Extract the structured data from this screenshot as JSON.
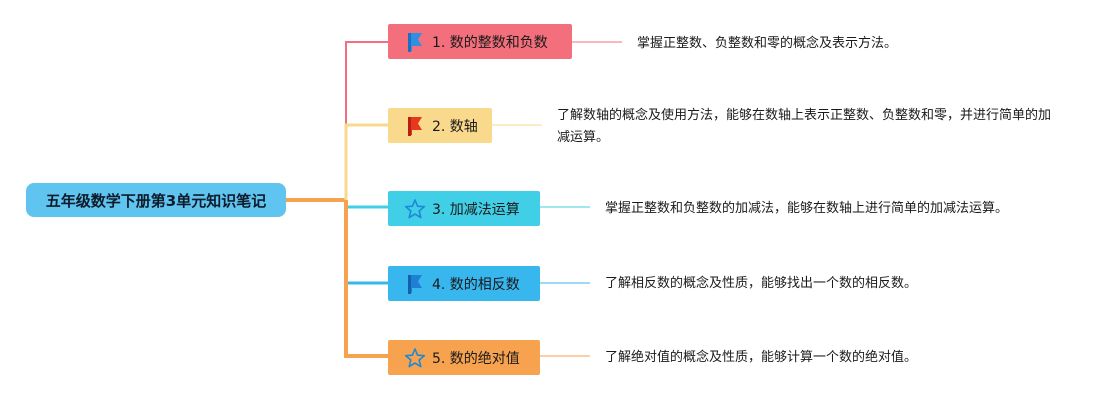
{
  "colors": {
    "root": "#5fc4ef",
    "branch_1": "#f36f7c",
    "branch_2": "#f9d98c",
    "branch_3": "#40cfe6",
    "branch_4": "#38b7ef",
    "branch_5": "#f7a24f"
  },
  "root": {
    "label": "五年级数学下册第3单元知识笔记"
  },
  "branches": [
    {
      "label": "1. 数的整数和负数",
      "icon": "blue-flag-icon",
      "description": "掌握正整数、负整数和零的概念及表示方法。"
    },
    {
      "label": "2. 数轴",
      "icon": "red-flag-icon",
      "description": "了解数轴的概念及使用方法，能够在数轴上表示正整数、负整数和零，并进行简单的加减运算。"
    },
    {
      "label": "3. 加减法运算",
      "icon": "star-icon",
      "description": "掌握正整数和负整数的加减法，能够在数轴上进行简单的加减法运算。"
    },
    {
      "label": "4. 数的相反数",
      "icon": "blue-flag-icon",
      "description": "了解相反数的概念及性质，能够找出一个数的相反数。"
    },
    {
      "label": "5. 数的绝对值",
      "icon": "star-icon",
      "description": "了解绝对值的概念及性质，能够计算一个数的绝对值。"
    }
  ]
}
